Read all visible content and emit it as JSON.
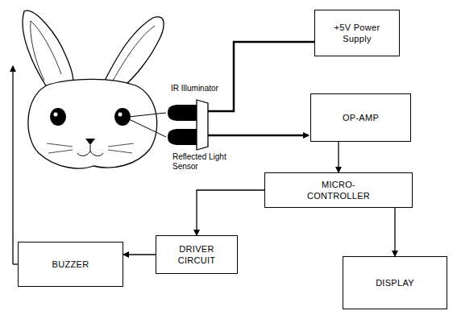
{
  "diagram": {
    "nodes": [
      {
        "text": [
          "+5V Power Supply"
        ]
      },
      {
        "text": [
          "OP-AMP"
        ]
      },
      {
        "text": [
          "MICRO- CONTROLLER"
        ]
      },
      {
        "text": [
          "DRIVER CIRCUIT"
        ]
      },
      {
        "text": [
          "BUZZER"
        ]
      },
      {
        "text": [
          "DISPLAY"
        ]
      }
    ],
    "edges": [
      {
        "from": 1,
        "to": 2,
        "arrow": "to"
      },
      {
        "from": 2,
        "to": 3,
        "arrow": "to"
      },
      {
        "from": 2,
        "to": 5,
        "arrow": "to"
      },
      {
        "from": 3,
        "to": 4,
        "arrow": "to"
      }
    ],
    "labels": [
      "IR Illuminator",
      "Reflected Light Sensor"
    ]
  }
}
